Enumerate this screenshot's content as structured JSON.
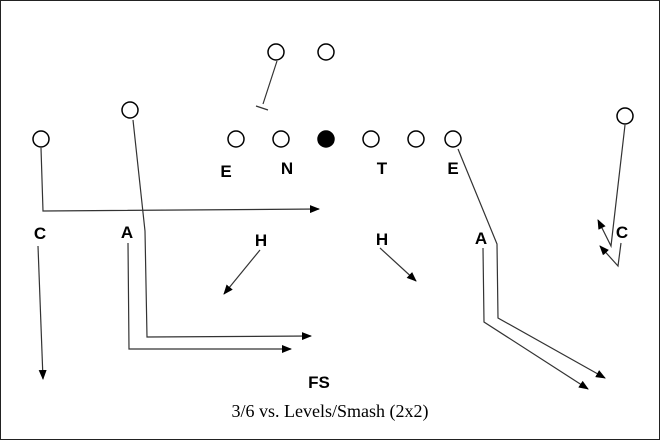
{
  "title": "3/6 vs. Levels/Smash (2x2)",
  "defense_labels": {
    "e_left": "E",
    "n": "N",
    "t": "T",
    "e_right": "E",
    "c_left": "C",
    "a_left": "A",
    "h_left": "H",
    "h_right": "H",
    "a_right": "A",
    "c_right": "C",
    "fs": "FS"
  },
  "colors": {
    "line": "#000000",
    "route": "#333333",
    "ball": "#000000"
  }
}
